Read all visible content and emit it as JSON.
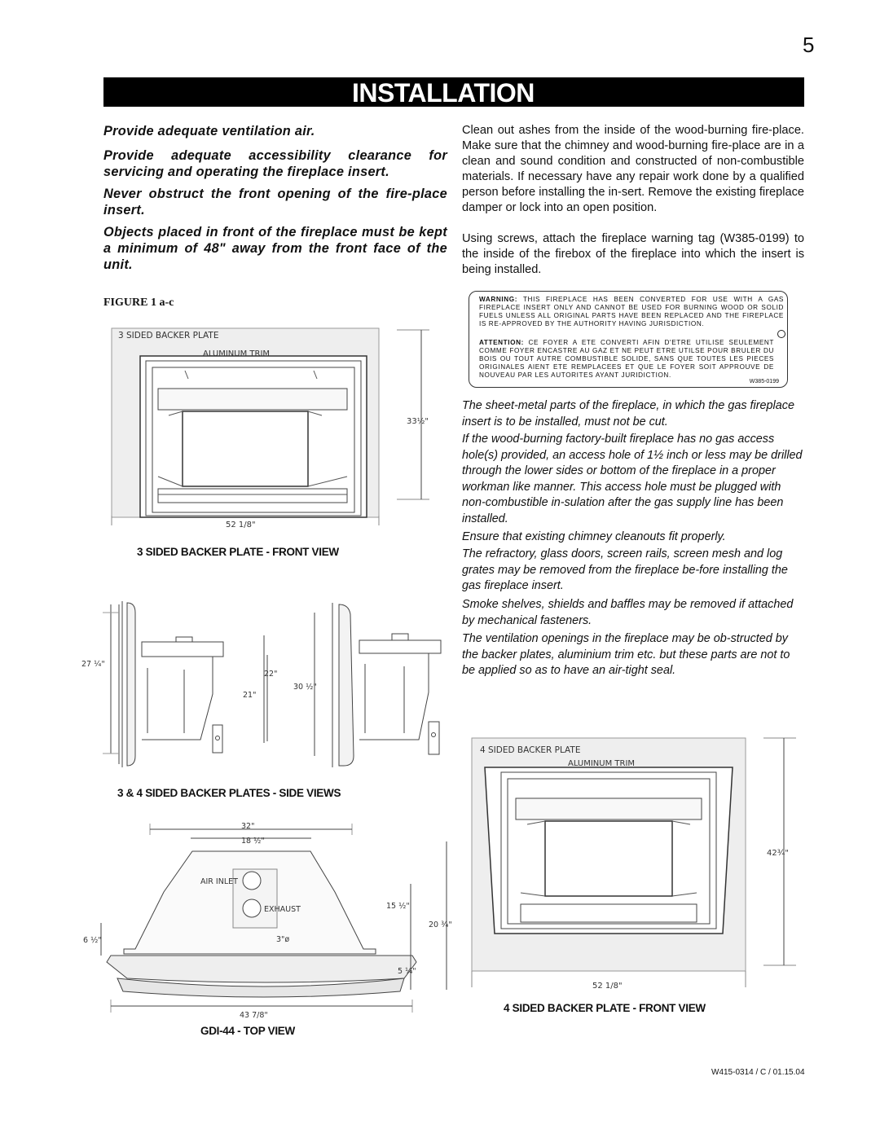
{
  "page_number": "5",
  "title": "INSTALLATION",
  "left_warnings": [
    "Provide adequate ventilation air.",
    "Provide adequate accessibility clearance for servicing and operating the fireplace insert.",
    "Never obstruct the front opening of the fire-place insert.",
    "Objects placed in front of the fireplace must be kept a minimum of 48\" away from the front face of the unit."
  ],
  "figure_label": "FIGURE 1 a-c",
  "right_paragraphs": [
    "Clean out ashes from the inside of the wood-burning fire-place. Make sure that the chimney and wood-burning fire-place are in a clean and sound condition and constructed of non-combustible materials. If necessary have any repair work done by a qualified person before installing the in-sert. Remove the existing fireplace damper or lock into an open position.",
    "Using screws, attach the fireplace warning tag (W385-0199) to the inside of the firebox of the fireplace into which the insert is being installed."
  ],
  "warning_tag": {
    "warning_label": "WARNING:",
    "warning_text": "THIS FIREPLACE HAS BEEN CONVERTED FOR USE WITH A GAS FIREPLACE INSERT ONLY AND CANNOT BE USED FOR BURNING WOOD OR SOLID FUELS UNLESS ALL ORIGINAL PARTS HAVE BEEN REPLACED AND THE FIREPLACE IS RE-APPROVED BY THE AUTHORITY HAVING JURISDICTION.",
    "attention_label": "ATTENTION:",
    "attention_text": "CE FOYER A ETE CONVERTI AFIN D'ETRE UTILISE SEULEMENT COMME FOYER ENCASTRE AU GAZ ET NE PEUT ETRE UTILSE POUR BRULER DU BOIS OU TOUT AUTRE COMBUSTIBLE SOLIDE, SANS QUE TOUTES LES PIECES ORIGINALES AIENT ETE REMPLACEES ET QUE LE FOYER SOIT APPROUVE DE NOUVEAU PAR LES AUTORITES AYANT JURIDICTION.",
    "code": "W385-0199"
  },
  "right_notes": [
    "The sheet-metal parts of the fireplace, in which the gas fireplace insert is to be installed, must not be cut.",
    "If the wood-burning factory-built fireplace has no gas access hole(s) provided, an access hole of 1½ inch or less may be drilled through the lower sides or bottom of the fireplace in a proper workman like manner. This access hole must be plugged with non-combustible in-sulation after the gas supply line has been installed.",
    "Ensure that existing chimney cleanouts fit properly.",
    "The refractory, glass doors, screen rails, screen mesh and log grates may be removed from the fireplace be-fore installing the gas fireplace insert.",
    "Smoke shelves, shields and baffles may be removed if attached by mechanical fasteners.",
    "The ventilation openings in the fireplace may be ob-structed by the backer plates, aluminium trim etc. but these parts are not to be applied so as to have an air-tight seal."
  ],
  "figures": {
    "front3": {
      "plate_label": "3 SIDED BACKER PLATE",
      "trim_label": "ALUMINUM TRIM",
      "height_dim": "33½\"",
      "width_dim": "52 1/8\"",
      "caption": "3 SIDED BACKER PLATE - FRONT VIEW"
    },
    "side": {
      "dim_a": "27 ¼\"",
      "dim_b": "22\"",
      "dim_c": "21\"",
      "dim_d": "30 ½\"",
      "caption": "3 & 4 SIDED BACKER PLATES - SIDE VIEWS"
    },
    "top": {
      "dim_width": "32\"",
      "dim_inner": "18 ½\"",
      "air_inlet": "AIR INLET",
      "exhaust": "EXHAUST",
      "pipe": "3\"ø",
      "dim_depth1": "15 ½\"",
      "dim_depth2": "20 ¾\"",
      "dim_left": "6 ½\"",
      "dim_small": "5 ¼\"",
      "dim_total": "43 7/8\"",
      "caption": "GDI-44 - TOP VIEW"
    },
    "front4": {
      "plate_label": "4 SIDED BACKER PLATE",
      "trim_label": "ALUMINUM TRIM",
      "height_dim": "42¾\"",
      "width_dim": "52 1/8\"",
      "caption": "4 SIDED BACKER PLATE - FRONT VIEW"
    }
  },
  "footer_code": "W415-0314 / C / 01.15.04"
}
